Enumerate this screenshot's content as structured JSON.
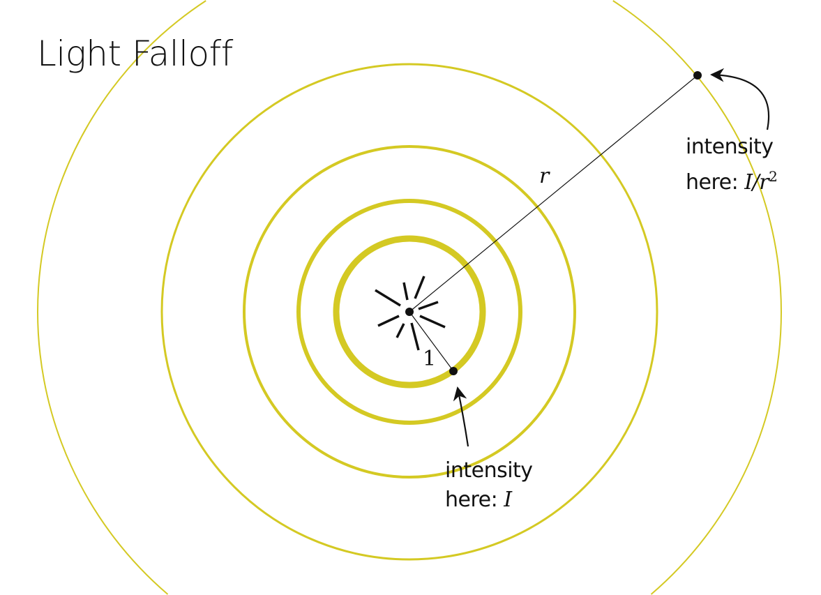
{
  "title": "Light Falloff",
  "colors": {
    "ring": "#d4c923",
    "ink": "#111111"
  },
  "labels": {
    "radius_symbol": "r",
    "unit_distance": "1",
    "near": {
      "line1": "intensity",
      "line2_prefix": "here:",
      "math": "I"
    },
    "far": {
      "line1": "intensity",
      "line2_prefix": "here:",
      "math_base": "I/r",
      "math_exp": "2"
    }
  }
}
